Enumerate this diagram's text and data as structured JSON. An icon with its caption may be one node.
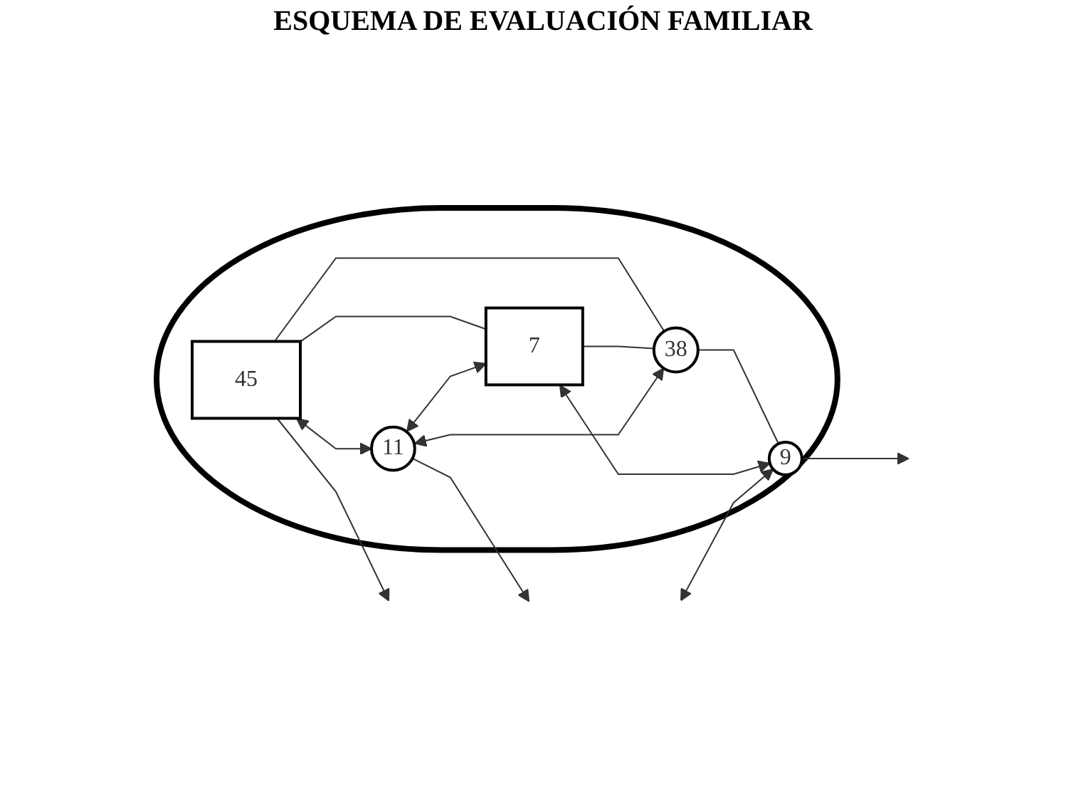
{
  "diagram": {
    "title": "ESQUEMA DE EVALUACIÓN FAMILIAR",
    "nodes": [
      {
        "text": [],
        "shape": "ellipse"
      },
      {
        "text": [
          "45"
        ],
        "in": 0
      },
      {
        "text": [
          "38"
        ],
        "in": 0
      },
      {
        "text": [
          "7"
        ],
        "in": 0
      },
      {
        "text": [
          "9"
        ],
        "in": 0
      },
      {
        "text": [
          "11"
        ],
        "in": 0
      }
    ],
    "edges": [
      {
        "from": 1,
        "to": 2,
        "arrow": "none"
      },
      {
        "from": 1,
        "to": 3,
        "arrow": "none"
      },
      {
        "from": 3,
        "to": 2,
        "arrow": "none"
      },
      {
        "from": 2,
        "to": 4,
        "arrow": "none"
      },
      {
        "from": 5,
        "to": 2,
        "arrow": "both"
      },
      {
        "from": 3,
        "to": 4,
        "arrow": "both"
      },
      {
        "from": 1,
        "to": 5,
        "arrow": "both"
      },
      {
        "from": 5,
        "to": 3,
        "arrow": "both"
      },
      {
        "from": 1,
        "to": null,
        "arrow": "to"
      },
      {
        "from": null,
        "to": 4,
        "arrow": "both"
      },
      {
        "from": 5,
        "to": null,
        "arrow": "to"
      },
      {
        "from": 4,
        "to": null,
        "arrow": "to"
      }
    ]
  }
}
